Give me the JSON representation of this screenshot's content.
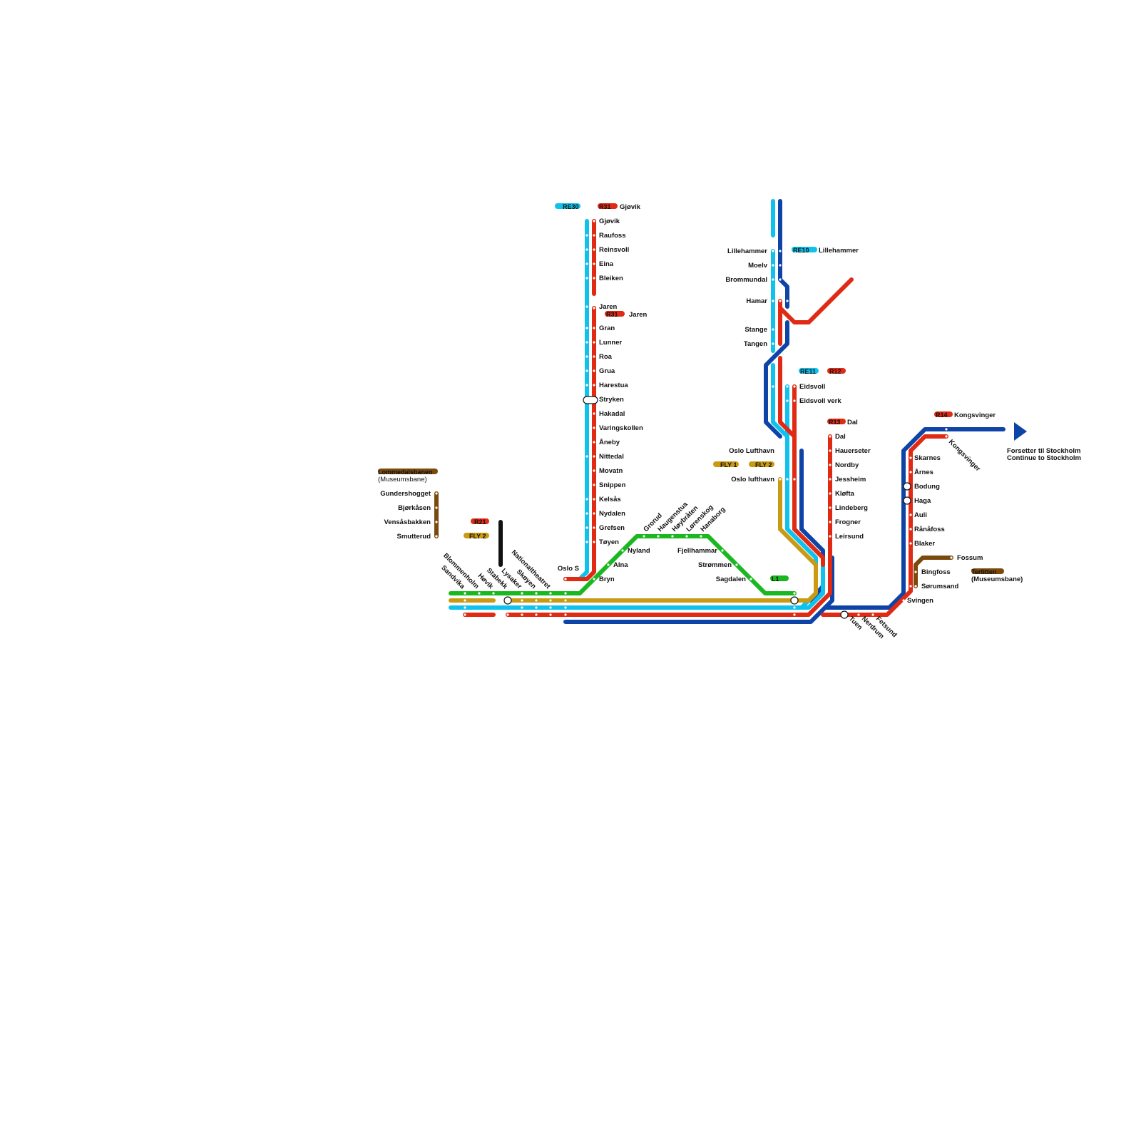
{
  "colors": {
    "re": "#0fc2ee",
    "r": "#e02a14",
    "blue": "#0e44a8",
    "gold": "#c99a12",
    "green": "#19b81f",
    "brown": "#7a4a0d",
    "black": "#111111"
  },
  "badges": {
    "re30": "RE30",
    "r31_top": "R31",
    "r31_top_dest": "Gjøvik",
    "r31_mid": "R31",
    "r31_mid_dest": "Jaren",
    "re10": "RE10",
    "re10_dest": "Lillehammer",
    "re11": "RE11",
    "r12": "R12",
    "r13": "R13",
    "r13_dest": "Dal",
    "r14": "R14",
    "r14_dest": "Kongsvinger",
    "r21": "R21",
    "fly2_west": "FLY 2",
    "fly1": "FLY 1",
    "fly2_east": "FLY 2",
    "l1": "L1",
    "lommedalsbanen": "Lommedalsbanen",
    "lommedalsbanen_sub": "(Museumsbane)",
    "tertitten": "Tertitten",
    "tertitten_sub": "(Museumsbane)",
    "stockholm_no": "Forsetter til Stockholm",
    "stockholm_en": "Continue to Stockholm"
  },
  "stations": {
    "gjovik_line": [
      "Gjøvik",
      "Raufoss",
      "Reinsvoll",
      "Eina",
      "Bleiken",
      "Jaren",
      "Gran",
      "Lunner",
      "Roa",
      "Grua",
      "Harestua",
      "Stryken",
      "Hakadal",
      "Varingskollen",
      "Åneby",
      "Nittedal",
      "Movatn",
      "Snippen",
      "Kelsås",
      "Nydalen",
      "Grefsen",
      "Tøyen"
    ],
    "oslo_s": "Oslo S",
    "bryn": "Bryn",
    "alna": "Alna",
    "nyland": "Nyland",
    "groruddalen": [
      "Grorud",
      "Haugenstua",
      "Høybråten",
      "Lørenskog",
      "Hanaborg"
    ],
    "fjellhammar": "Fjellhammar",
    "strommen": "Strømmen",
    "sagdalen": "Sagdalen",
    "west": [
      "Sandvika",
      "Blommenholm",
      "Høvik",
      "Stabekk",
      "Lysaker",
      "Skøyen",
      "Nationaltheatret"
    ],
    "dovre": [
      "Lillehammer",
      "Moelv",
      "Brommundal",
      "Hamar",
      "Stange",
      "Tangen"
    ],
    "eidsvoll": "Eidsvoll",
    "eidsvoll_verk": "Eidsvoll verk",
    "oslo_lufthavn_cap": "Oslo Lufthavn",
    "oslo_lufthavn": "Oslo lufthavn",
    "dal_line": [
      "Dal",
      "Hauerseter",
      "Nordby",
      "Jessheim",
      "Kløfta",
      "Lindeberg",
      "Frogner",
      "Leirsund"
    ],
    "kongsvinger_line": [
      "Skarnes",
      "Årnes",
      "Bodung",
      "Haga",
      "Auli",
      "Rånåfoss",
      "Blaker"
    ],
    "kongsvinger": "Kongsvinger",
    "svingen": "Svingen",
    "tertitten_stations": [
      "Fossum",
      "Bingfoss",
      "Sørumsand"
    ],
    "east": [
      "Tuen",
      "Nerdrum",
      "Fetsund"
    ],
    "lommedal_stations": [
      "Gundershogget",
      "Bjørkåsen",
      "Vensåsbakken",
      "Smutterud"
    ]
  }
}
